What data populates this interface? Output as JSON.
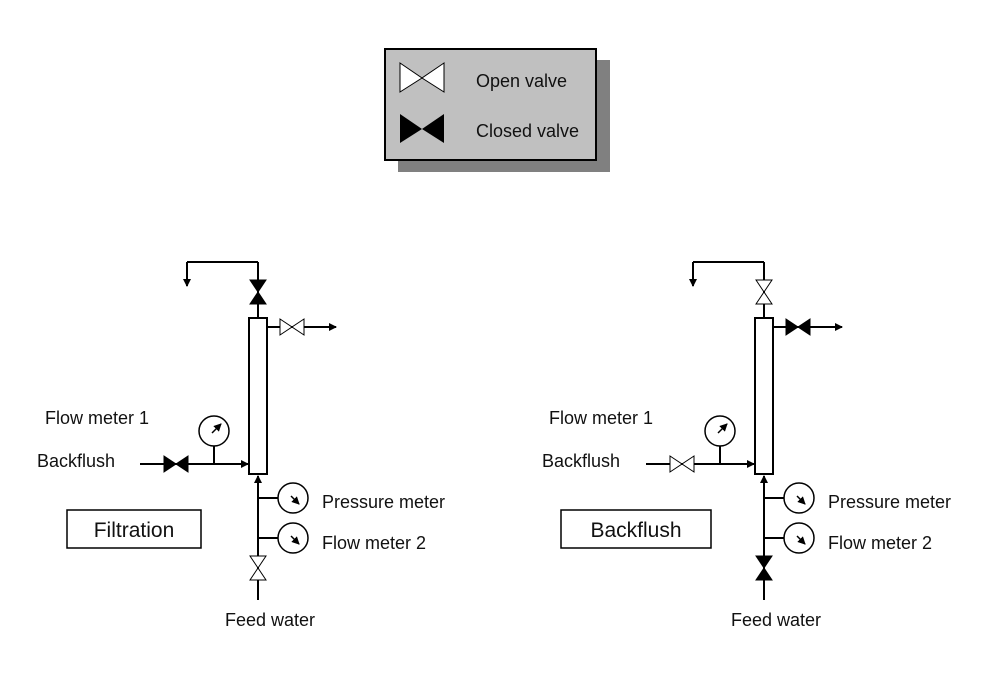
{
  "legend": {
    "items": [
      {
        "icon": "open-valve-icon",
        "label": "Open valve"
      },
      {
        "icon": "closed-valve-icon",
        "label": "Closed valve"
      }
    ]
  },
  "panels": [
    {
      "mode_label": "Filtration",
      "labels": {
        "flow_meter_1": "Flow meter 1",
        "backflush": "Backflush",
        "pressure_meter": "Pressure meter",
        "flow_meter_2": "Flow meter 2",
        "feed_water": "Feed water"
      },
      "valves": {
        "top_outlet": "closed",
        "side_outlet": "open",
        "backflush_inlet": "closed",
        "feed_inlet": "open"
      }
    },
    {
      "mode_label": "Backflush",
      "labels": {
        "flow_meter_1": "Flow meter 1",
        "backflush": "Backflush",
        "pressure_meter": "Pressure meter",
        "flow_meter_2": "Flow meter 2",
        "feed_water": "Feed water"
      },
      "valves": {
        "top_outlet": "open",
        "side_outlet": "closed",
        "backflush_inlet": "open",
        "feed_inlet": "closed"
      }
    }
  ]
}
